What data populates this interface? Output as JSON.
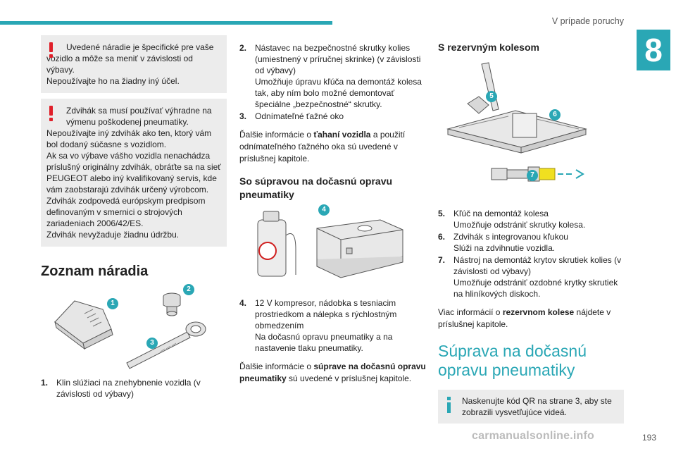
{
  "header": {
    "title": "V prípade poruchy",
    "chapter": "8"
  },
  "col1": {
    "warn1": [
      "Uvedené náradie je špecifické pre vaše vozidlo a môže sa meniť v závislosti od výbavy.",
      "Nepoužívajte ho na žiadny iný účel."
    ],
    "warn2_first": "Zdvihák sa musí používať výhradne na výmenu poškodenej pneumatiky.",
    "warn2_rest": [
      "Nepoužívajte iný zdvihák ako ten, ktorý vám bol dodaný súčasne s vozidlom.",
      "Ak sa vo výbave vášho vozidla nenachádza príslušný originálny zdvihák, obráťte sa na sieť PEUGEOT alebo iný kvalifikovaný servis, kde vám zaobstarajú zdvihák určený výrobcom.",
      "Zdvihák zodpovedá európskym predpisom definovaným v smernici o strojových zariadeniach 2006/42/ES.",
      "Zdvihák nevyžaduje žiadnu údržbu."
    ],
    "section_title": "Zoznam náradia",
    "badges": [
      "1",
      "2",
      "3"
    ],
    "item1": {
      "num": "1.",
      "text": "Klin slúžiaci na znehybnenie vozidla (v závislosti od výbavy)"
    }
  },
  "col2": {
    "item2": {
      "num": "2.",
      "line1": "Nástavec na bezpečnostné skrutky kolies (umiestnený v príručnej skrinke) (v závislosti od výbavy)",
      "line2": "Umožňuje úpravu kľúča na demontáž kolesa tak, aby ním bolo možné demontovať špeciálne „bezpečnostné“ skrutky."
    },
    "item3": {
      "num": "3.",
      "text": "Odnímateľné ťažné oko"
    },
    "para1": {
      "pre": "Ďalšie informácie o ",
      "bold": "ťahaní vozidla",
      "post": " a použití odnímateľného ťažného oka sú uvedené v príslušnej kapitole."
    },
    "subsection": "So súpravou na dočasnú opravu pneumatiky",
    "badge4": "4",
    "item4": {
      "num": "4.",
      "line1": "12 V kompresor, nádobka s tesniacim prostriedkom a nálepka s rýchlostným obmedzením",
      "line2": "Na dočasnú opravu pneumatiky a na nastavenie tlaku pneumatiky."
    },
    "para2": {
      "pre": "Ďalšie informácie o ",
      "bold": "súprave na dočasnú opravu pneumatiky",
      "post": " sú uvedené v príslušnej kapitole."
    }
  },
  "col3": {
    "subsection": "S rezervným kolesom",
    "badges": [
      "5",
      "6",
      "7"
    ],
    "item5": {
      "num": "5.",
      "line1": "Kľúč na demontáž kolesa",
      "line2": "Umožňuje odstrániť skrutky kolesa."
    },
    "item6": {
      "num": "6.",
      "line1": "Zdvihák s integrovanou kľukou",
      "line2": "Slúži na zdvihnutie vozidla."
    },
    "item7": {
      "num": "7.",
      "line1": "Nástroj na demontáž krytov skrutiek kolies (v závislosti od výbavy)",
      "line2": "Umožňuje odstrániť ozdobné krytky skrutiek na hliníkových diskoch."
    },
    "para": {
      "pre": "Viac informácií o ",
      "bold": "rezervnom kolese",
      "post": " nájdete v príslušnej kapitole."
    },
    "big_title": "Súprava na dočasnú opravu pneumatiky",
    "info": "Naskenujte kód QR na strane 3, aby ste zobrazili vysvetľujúce videá."
  },
  "footer": {
    "page": "193",
    "watermark": "carmanualsonline.info"
  },
  "colors": {
    "accent": "#2aa7b5",
    "warning": "#e0202a",
    "note_bg": "#ececec"
  }
}
